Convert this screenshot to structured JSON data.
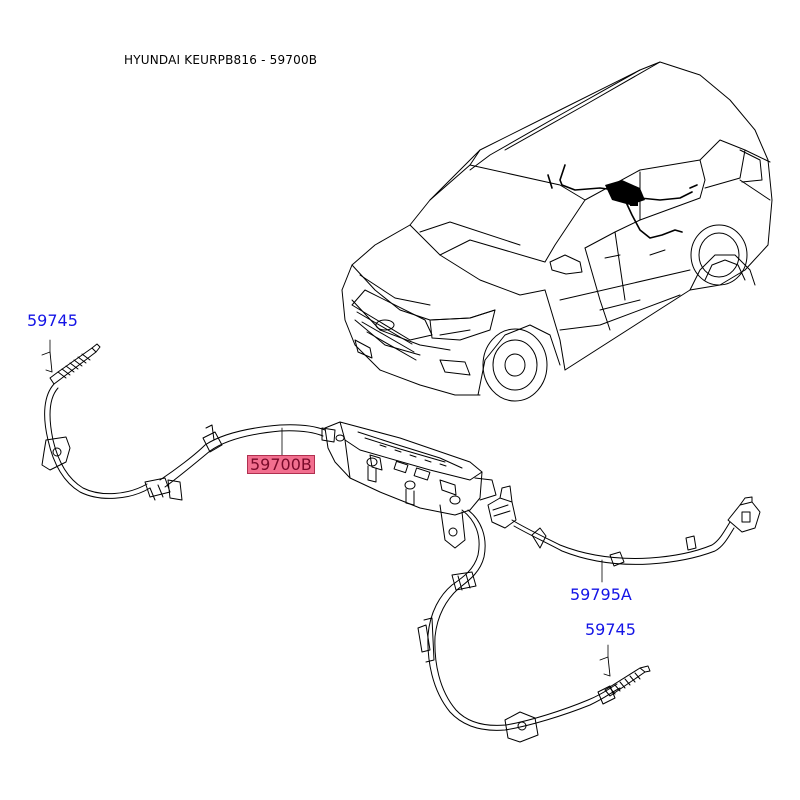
{
  "title": "HYUNDAI KEURPB816 - 59700B",
  "colors": {
    "label_text": "#1414e6",
    "highlight_fill": "#f26f8f",
    "highlight_text": "#7a0a2a",
    "line": "#000000"
  },
  "parts": {
    "part_59745_a": "59745",
    "part_59700b": "59700B",
    "part_59795a": "59795A",
    "part_59745_b": "59745"
  }
}
